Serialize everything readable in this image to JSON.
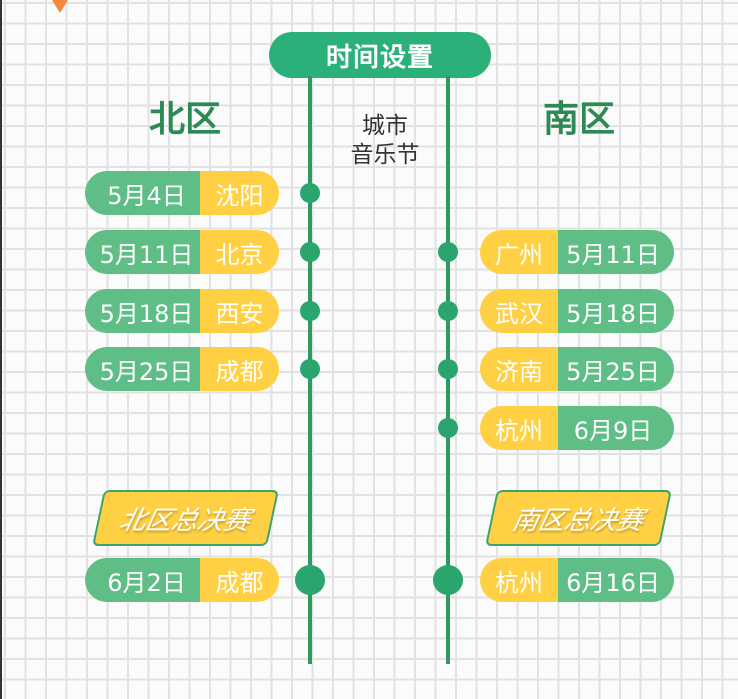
{
  "header": {
    "title": "时间设置"
  },
  "timeline_label": [
    "城市",
    "音乐节"
  ],
  "north": {
    "title": "北区",
    "rows": [
      {
        "date": "5月4日",
        "city": "沈阳"
      },
      {
        "date": "5月11日",
        "city": "北京"
      },
      {
        "date": "5月18日",
        "city": "西安"
      },
      {
        "date": "5月25日",
        "city": "成都"
      }
    ],
    "final_label": "北区总决赛",
    "final": {
      "date": "6月2日",
      "city": "成都"
    }
  },
  "south": {
    "title": "南区",
    "rows": [
      {
        "date": "5月11日",
        "city": "广州"
      },
      {
        "date": "5月18日",
        "city": "武汉"
      },
      {
        "date": "5月25日",
        "city": "济南"
      },
      {
        "date": "6月9日",
        "city": "杭州"
      }
    ],
    "final_label": "南区总决赛",
    "final": {
      "date": "6月16日",
      "city": "杭州"
    }
  },
  "colors": {
    "green": "#2bb07a",
    "light_green": "#5fbd86",
    "yellow": "#ffd043",
    "accent": "#f58a3c"
  }
}
